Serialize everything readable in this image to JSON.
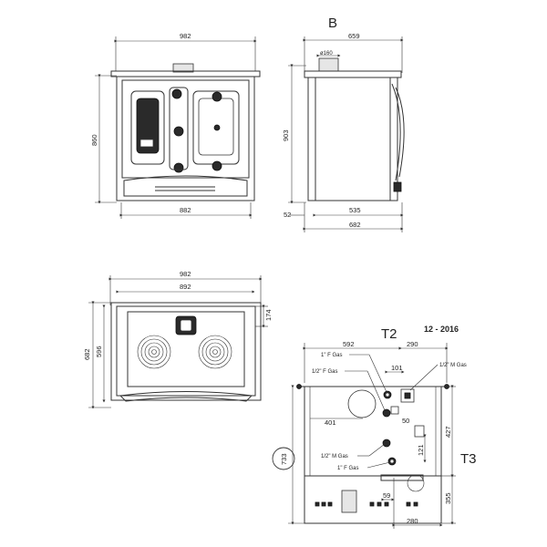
{
  "labels": {
    "view_b": "B",
    "view_t2": "T2",
    "view_t3": "T3",
    "year": "12 - 2016"
  },
  "front": {
    "width": "982",
    "height": "860",
    "bottom_width": "882"
  },
  "side": {
    "depth": "659",
    "flue": "ø160",
    "height": "903",
    "offset": "52",
    "bottom": "535",
    "total": "682"
  },
  "top": {
    "width": "982",
    "inner": "892",
    "depth": "596",
    "total_depth": "682",
    "flue_offset": "174"
  },
  "conn": {
    "dim_592": "592",
    "dim_290": "290",
    "dim_101": "101",
    "dim_401": "401",
    "dim_50": "50",
    "dim_427": "427",
    "dim_121": "121",
    "dim_355": "355",
    "dim_59": "59",
    "dim_280": "280",
    "dim_733": "733",
    "gas1": "1\" F Gas",
    "gas2": "1/2\" F Gas",
    "gas3": "1/2\" M Gas",
    "gas4": "1/2\" M Gas",
    "gas5": "1\" F Gas"
  }
}
